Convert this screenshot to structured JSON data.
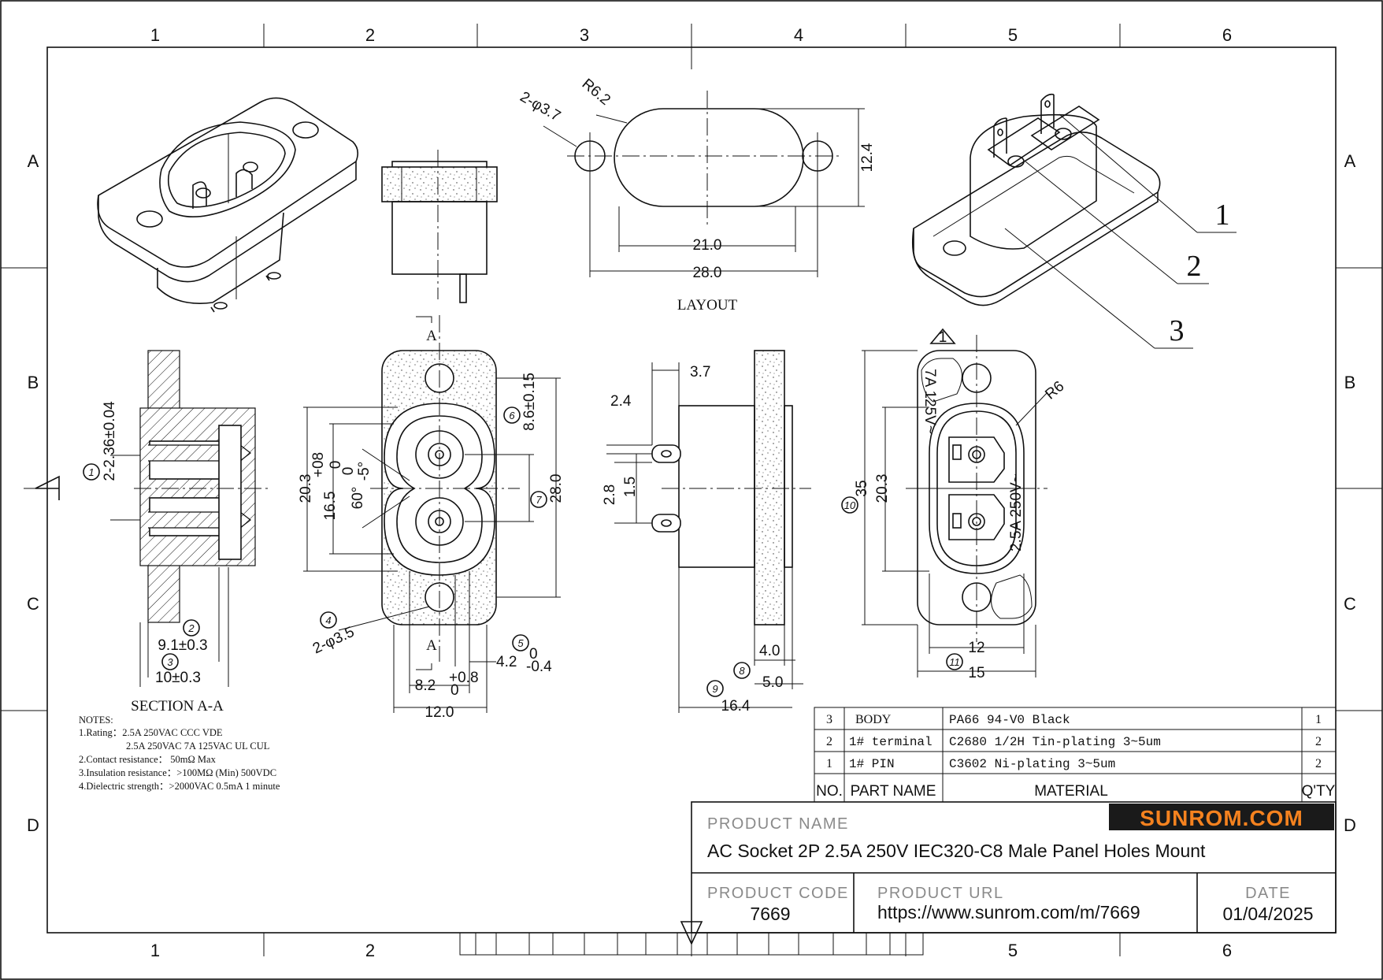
{
  "border": {
    "columns": [
      "1",
      "2",
      "3",
      "4",
      "5",
      "6"
    ],
    "bottom_columns": [
      "1",
      "2",
      "5",
      "6"
    ],
    "rows": [
      "A",
      "B",
      "C",
      "D"
    ]
  },
  "views": {
    "layout_caption": "LAYOUT",
    "section_caption": "SECTION A-A",
    "section_marker": "A"
  },
  "dimensions": {
    "layout_r": "R6.2",
    "layout_holes": "2-φ3.7",
    "layout_h": "12.4",
    "layout_w1": "21.0",
    "layout_w2": "28.0",
    "sec_pitch": "2-2.36±0.04",
    "sec_w1": "9.1±0.3",
    "sec_w2": "10±0.3",
    "front_h1": "20.3",
    "front_h2": "16.5",
    "front_h2_tol_up": "+08",
    "front_h2_tol_dn": "0",
    "front_ang": "60°",
    "front_ang_tol_up": "0",
    "front_ang_tol_dn": "-5°",
    "front_pitch": "8.6±0.15",
    "front_h3": "28.0",
    "front_holes": "2-φ3.5",
    "front_w1": "8.2",
    "front_w1_tol_up": "+0.8",
    "front_w1_tol_dn": "0",
    "front_w2": "4.2",
    "front_w2_tol_up": "0",
    "front_w2_tol_dn": "-0.4",
    "front_w3": "12.0",
    "side_37": "3.7",
    "side_24": "2.4",
    "side_28": "2.8",
    "side_15": "1.5",
    "side_40": "4.0",
    "side_50": "5.0",
    "side_164": "16.4",
    "rear_35": "35",
    "rear_203": "20.3",
    "rear_r6": "R6",
    "rear_12": "12",
    "rear_15": "15",
    "rev_mark": "1",
    "rear_text1": "7A 125V~",
    "rear_text2": "2.5A 250V~"
  },
  "balloons": [
    "1",
    "2",
    "3",
    "4",
    "5",
    "6",
    "7",
    "8",
    "9",
    "10",
    "11"
  ],
  "callouts": [
    "1",
    "2",
    "3"
  ],
  "notes": {
    "heading": "NOTES:",
    "lines": [
      "1.Rating：2.5A 250VAC   CCC VDE",
      "2.5A 250VAC   7A 125VAC    UL CUL",
      "2.Contact resistance： 50mΩ  Max",
      "3.Insulation resistance：>100MΩ (Min) 500VDC",
      "4.Dielectric strength：>2000VAC 0.5mA 1 minute"
    ]
  },
  "bom": {
    "header": {
      "no": "NO.",
      "part": "PART NAME",
      "material": "MATERIAL",
      "qty": "Q'TY"
    },
    "rows": [
      {
        "no": "3",
        "part": "BODY",
        "material": "PA66 94-V0 Black",
        "qty": "1"
      },
      {
        "no": "2",
        "part": "1# terminal",
        "material": "C2680 1/2H Tin-plating 3~5um",
        "qty": "2"
      },
      {
        "no": "1",
        "part": "1# PIN",
        "material": "C3602  Ni-plating 3~5um",
        "qty": "2"
      }
    ]
  },
  "title_block": {
    "product_name_label": "PRODUCT NAME",
    "product_name": "AC Socket 2P 2.5A 250V IEC320-C8 Male Panel Holes Mount",
    "logo": "SUNROM.COM",
    "product_code_label": "PRODUCT CODE",
    "product_code": "7669",
    "product_url_label": "PRODUCT URL",
    "product_url": "https://www.sunrom.com/m/7669",
    "date_label": "DATE",
    "date": "01/04/2025"
  },
  "colors": {
    "logo_text": "#f5821f",
    "logo_bg": "#1a1a1a",
    "label_grey": "#8a8a8a",
    "line": "#111111"
  }
}
